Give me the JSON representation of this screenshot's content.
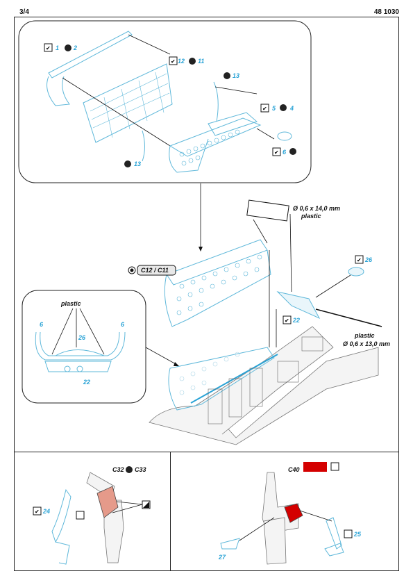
{
  "header": {
    "page": "3/4",
    "code": "48 1030"
  },
  "top_panel": {
    "labels": [
      {
        "num": "1",
        "num2": "2"
      },
      {
        "num": "12",
        "num2": "11"
      },
      {
        "num": "13"
      },
      {
        "num": "5",
        "num2": "4"
      },
      {
        "num": "6"
      },
      {
        "num": "13"
      }
    ]
  },
  "middle": {
    "callout": "C12 / C11",
    "rod_top": "Ø 0,6 x 14,0 mm",
    "rod_top_material": "plastic",
    "rod_bottom_material": "plastic",
    "rod_bottom": "Ø 0,6 x 13,0 mm",
    "part_26": "26",
    "part_22": "22",
    "inset": {
      "material": "plastic",
      "left": "6",
      "right": "6",
      "center": "26",
      "bottom": "22"
    }
  },
  "bottom_left": {
    "part_ref": "C32",
    "part_ref2": "C33",
    "num": "24"
  },
  "bottom_right": {
    "part_ref": "C40",
    "num_27": "27",
    "num_25": "25"
  },
  "colors": {
    "accent_blue": "#2aa3d6",
    "callout_red": "#d40000",
    "highlight_salmon": "#e59a8a"
  }
}
